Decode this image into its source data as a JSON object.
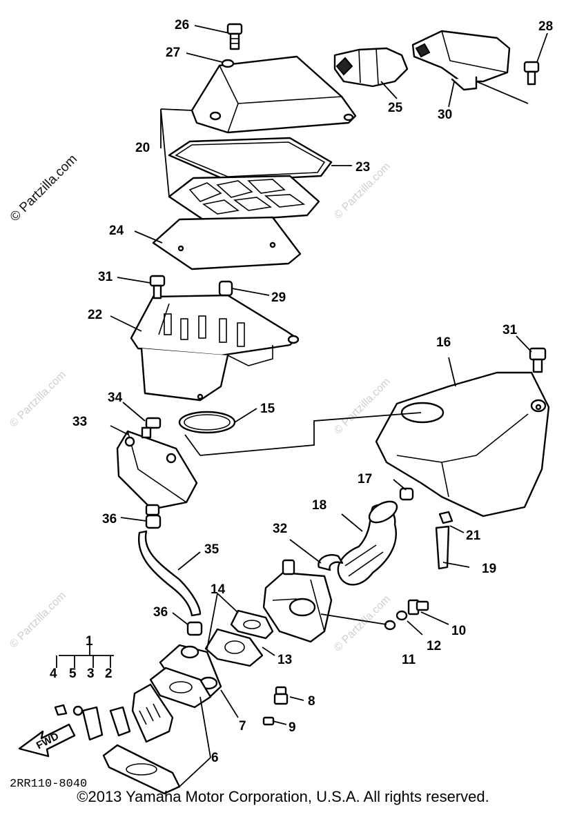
{
  "watermark": {
    "text": "© Partzilla.com"
  },
  "diagram_code": "2RR110-8040",
  "fwd_label": "FWD",
  "copyright": "©2013 Yamaha Motor Corporation, U.S.A. All rights reserved.",
  "callouts": {
    "c1": "1",
    "c2": "2",
    "c3": "3",
    "c4": "4",
    "c5": "5",
    "c6": "6",
    "c7": "7",
    "c8": "8",
    "c9": "9",
    "c10": "10",
    "c11": "11",
    "c12": "12",
    "c13": "13",
    "c14": "14",
    "c15": "15",
    "c16": "16",
    "c17": "17",
    "c18": "18",
    "c19": "19",
    "c20": "20",
    "c21": "21",
    "c22": "22",
    "c23": "23",
    "c24": "24",
    "c25": "25",
    "c26": "26",
    "c27": "27",
    "c28": "28",
    "c29": "29",
    "c30": "30",
    "c31a": "31",
    "c31b": "31",
    "c32": "32",
    "c33": "33",
    "c34": "34",
    "c35": "35",
    "c36a": "36",
    "c36b": "36"
  }
}
